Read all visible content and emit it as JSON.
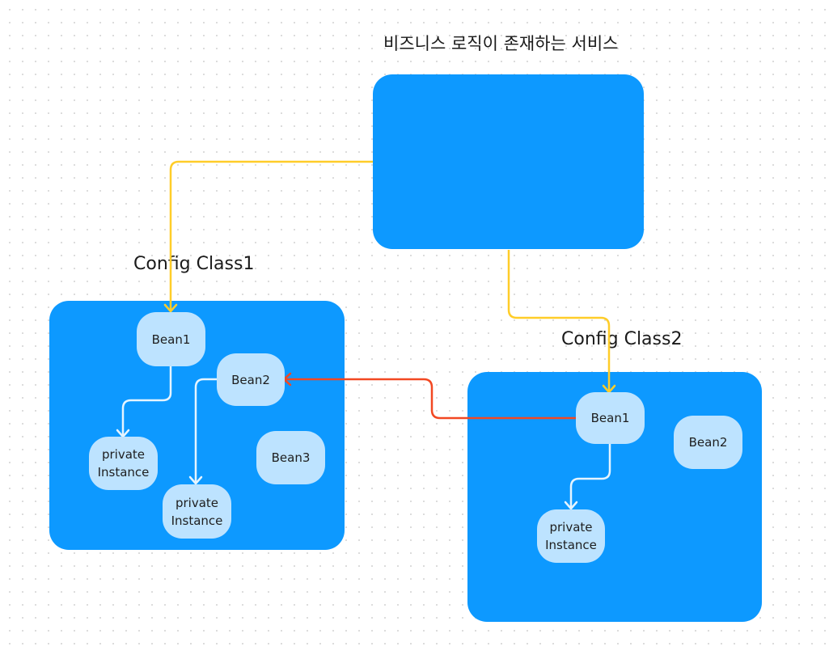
{
  "diagram": {
    "service": {
      "title": "비즈니스 로직이 존재하는 서비스"
    },
    "config1": {
      "title": "Config Class1",
      "nodes": {
        "bean1": "Bean1",
        "bean2": "Bean2",
        "bean3": "Bean3",
        "private1": "private\nInstance",
        "private2": "private\nInstance"
      }
    },
    "config2": {
      "title": "Config Class2",
      "nodes": {
        "bean1": "Bean1",
        "bean2": "Bean2",
        "private1": "private\nInstance"
      }
    },
    "colors": {
      "container": "#0d99ff",
      "node": "#bde3ff",
      "connector_yellow": "#ffcd29",
      "connector_red": "#f24822",
      "connector_light": "#e5f4ff"
    }
  }
}
